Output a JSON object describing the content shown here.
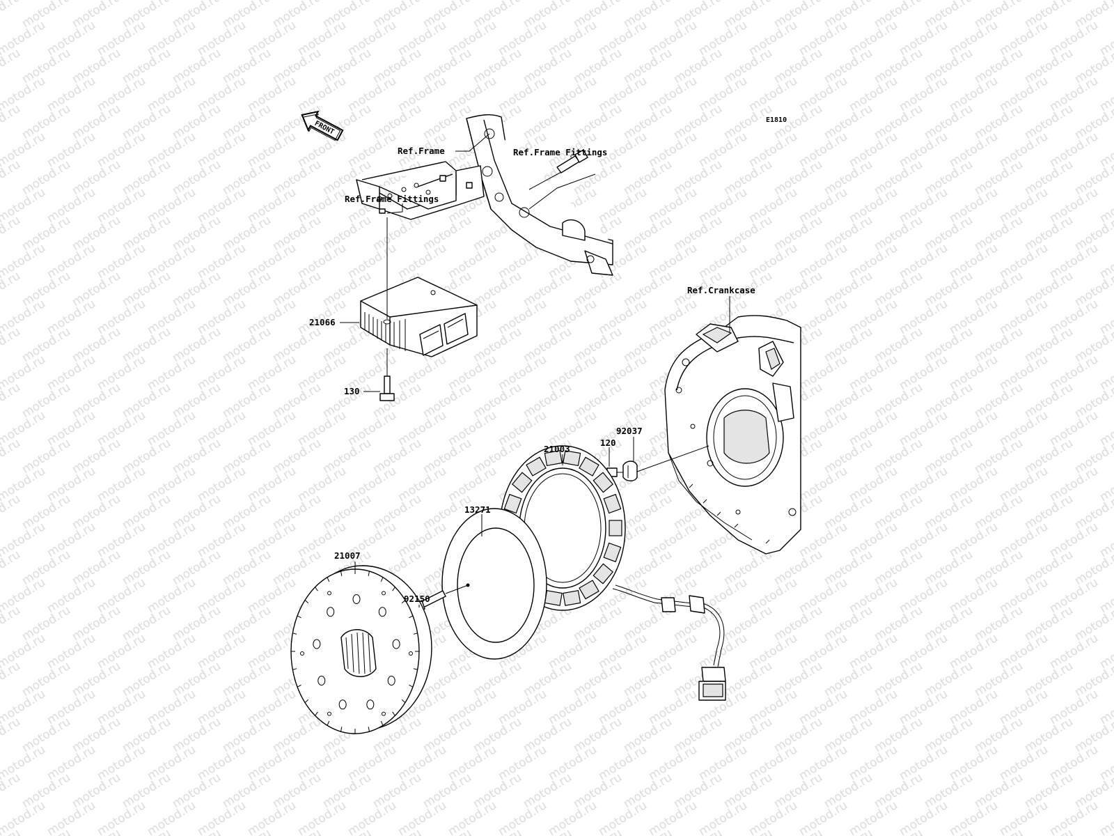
{
  "diagram": {
    "code": "E1810",
    "watermark": "motod.ru",
    "front_label": "FRONT",
    "ref_labels": {
      "frame": "Ref.Frame",
      "frame_fittings_top": "Ref.Frame Fittings",
      "frame_fittings_left": "Ref.Frame Fittings",
      "crankcase": "Ref.Crankcase"
    },
    "part_numbers": {
      "regulator": "21066",
      "regulator_bolt": "130",
      "clamp": "92037",
      "clamp_bolt": "120",
      "stator": "21003",
      "plate": "13271",
      "rotor": "21007",
      "rotor_bolt": "92150"
    }
  }
}
